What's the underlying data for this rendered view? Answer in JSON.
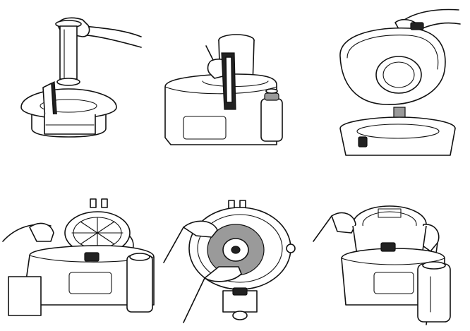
{
  "figure": {
    "background": "#ffffff",
    "line_color": "#111111",
    "panels": [
      {
        "id": "step-1",
        "icon": "pusher-insert-illustration"
      },
      {
        "id": "step-2",
        "icon": "lid-lock-illustration"
      },
      {
        "id": "step-3",
        "icon": "lid-removal-illustration"
      },
      {
        "id": "step-4",
        "icon": "filter-basket-lift-illustration"
      },
      {
        "id": "step-5",
        "icon": "cutting-disc-removal-illustration"
      },
      {
        "id": "step-6",
        "icon": "bowl-removal-illustration"
      }
    ]
  }
}
